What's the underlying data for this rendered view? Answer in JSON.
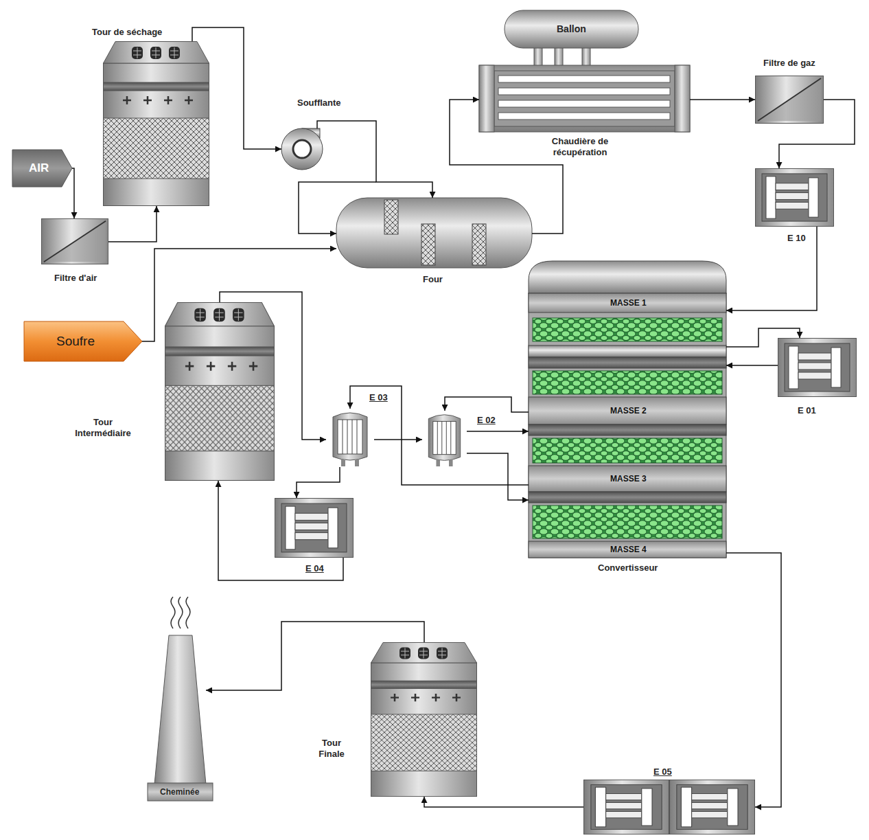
{
  "diagram": {
    "nodes": [
      {
        "text": [
          "Tour de séchage"
        ]
      },
      {
        "text": [
          "AIR"
        ]
      },
      {
        "text": [
          "Filtre d'air"
        ]
      },
      {
        "text": [
          "Soufflante"
        ]
      },
      {
        "text": [
          "Four"
        ]
      },
      {
        "text": [
          "Ballon"
        ]
      },
      {
        "text": [
          "Chaudière de récupération"
        ]
      },
      {
        "text": [
          "Filtre de gaz"
        ]
      },
      {
        "text": [
          "E 10"
        ]
      },
      {
        "text": [
          "Soufre"
        ]
      },
      {
        "text": [
          "Convertisseur"
        ]
      },
      {
        "text": [
          "MASSE 1"
        ],
        "in": 10
      },
      {
        "text": [
          "MASSE 2"
        ],
        "in": 10
      },
      {
        "text": [
          "MASSE 3"
        ],
        "in": 10
      },
      {
        "text": [
          "MASSE 4"
        ],
        "in": 10
      },
      {
        "text": [
          "E 01"
        ]
      },
      {
        "text": [
          "Tour Intermédiaire"
        ]
      },
      {
        "text": [
          "E 03"
        ]
      },
      {
        "text": [
          "E 02"
        ]
      },
      {
        "text": [
          "E 04"
        ]
      },
      {
        "text": [
          "Tour Finale"
        ]
      },
      {
        "text": [
          "E 05"
        ]
      },
      {
        "text": [
          "Cheminée"
        ]
      }
    ],
    "edges": [
      {
        "from": 1,
        "to": 2,
        "arrow": "to"
      },
      {
        "from": 2,
        "to": 0,
        "arrow": "to"
      },
      {
        "from": 0,
        "to": 3,
        "arrow": "to"
      },
      {
        "from": 3,
        "to": 4,
        "arrow": "to"
      },
      {
        "from": 9,
        "to": 4,
        "arrow": "to"
      },
      {
        "from": 4,
        "to": 6,
        "arrow": "to"
      },
      {
        "from": 6,
        "to": 7,
        "arrow": "to"
      },
      {
        "from": 7,
        "to": 8,
        "arrow": "to"
      },
      {
        "from": 8,
        "to": 11,
        "arrow": "to"
      },
      {
        "from": 11,
        "to": 15,
        "arrow": "to"
      },
      {
        "from": 15,
        "to": 12,
        "arrow": "to"
      },
      {
        "from": 12,
        "to": 18,
        "arrow": "to"
      },
      {
        "from": 18,
        "to": 13,
        "arrow": "to"
      },
      {
        "from": 13,
        "to": 17,
        "arrow": "to"
      },
      {
        "from": 18,
        "to": 14,
        "arrow": "to"
      },
      {
        "from": 17,
        "to": 19,
        "arrow": "to"
      },
      {
        "from": 17,
        "to": 18,
        "arrow": "to"
      },
      {
        "from": 19,
        "to": 16,
        "arrow": "to"
      },
      {
        "from": 16,
        "to": 17,
        "arrow": "to"
      },
      {
        "from": 14,
        "to": 21,
        "arrow": "to"
      },
      {
        "from": 21,
        "to": 20,
        "arrow": "to"
      },
      {
        "from": 20,
        "to": 22,
        "arrow": "to"
      }
    ]
  }
}
